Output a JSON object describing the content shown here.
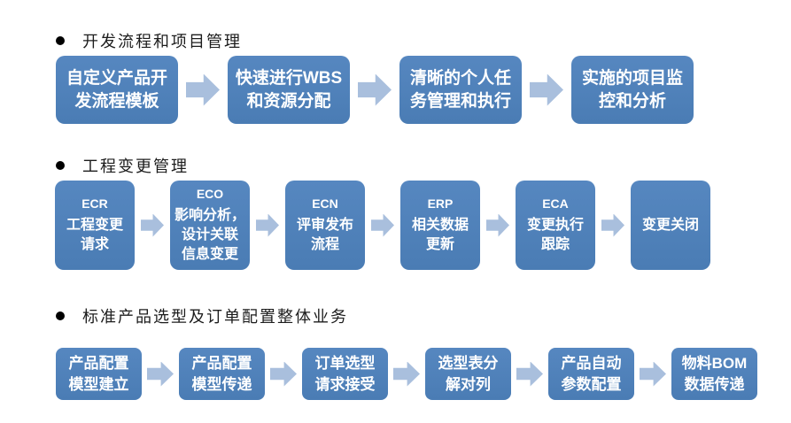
{
  "colors": {
    "box_fill": "#4e81bb",
    "arrow_fill": "#a9bfdd",
    "box_text": "#ffffff",
    "header_text": "#1c1c1c",
    "background": "#ffffff"
  },
  "sections": [
    {
      "title": "开发流程和项目管理",
      "steps": [
        {
          "lines": [
            "自定义产品开",
            "发流程模板"
          ]
        },
        {
          "lines": [
            "快速进行WBS",
            "和资源分配"
          ]
        },
        {
          "lines": [
            "清晰的个人任",
            "务管理和执行"
          ]
        },
        {
          "lines": [
            "实施的项目监",
            "控和分析"
          ]
        }
      ]
    },
    {
      "title": "工程变更管理",
      "steps": [
        {
          "acronym": "ECR",
          "lines": [
            "工程变更",
            "请求"
          ]
        },
        {
          "acronym": "ECO",
          "lines": [
            "影响分析，",
            "设计关联",
            "信息变更"
          ]
        },
        {
          "acronym": "ECN",
          "lines": [
            "评审发布",
            "流程"
          ]
        },
        {
          "acronym": "ERP",
          "lines": [
            "相关数据",
            "更新"
          ]
        },
        {
          "acronym": "ECA",
          "lines": [
            "变更执行",
            "跟踪"
          ]
        },
        {
          "lines": [
            "变更关闭"
          ]
        }
      ]
    },
    {
      "title": "标准产品选型及订单配置整体业务",
      "steps": [
        {
          "lines": [
            "产品配置",
            "模型建立"
          ]
        },
        {
          "lines": [
            "产品配置",
            "模型传递"
          ]
        },
        {
          "lines": [
            "订单选型",
            "请求接受"
          ]
        },
        {
          "lines": [
            "选型表分",
            "解对列"
          ]
        },
        {
          "lines": [
            "产品自动",
            "参数配置"
          ]
        },
        {
          "lines": [
            "物料BOM",
            "数据传递"
          ]
        }
      ]
    }
  ]
}
